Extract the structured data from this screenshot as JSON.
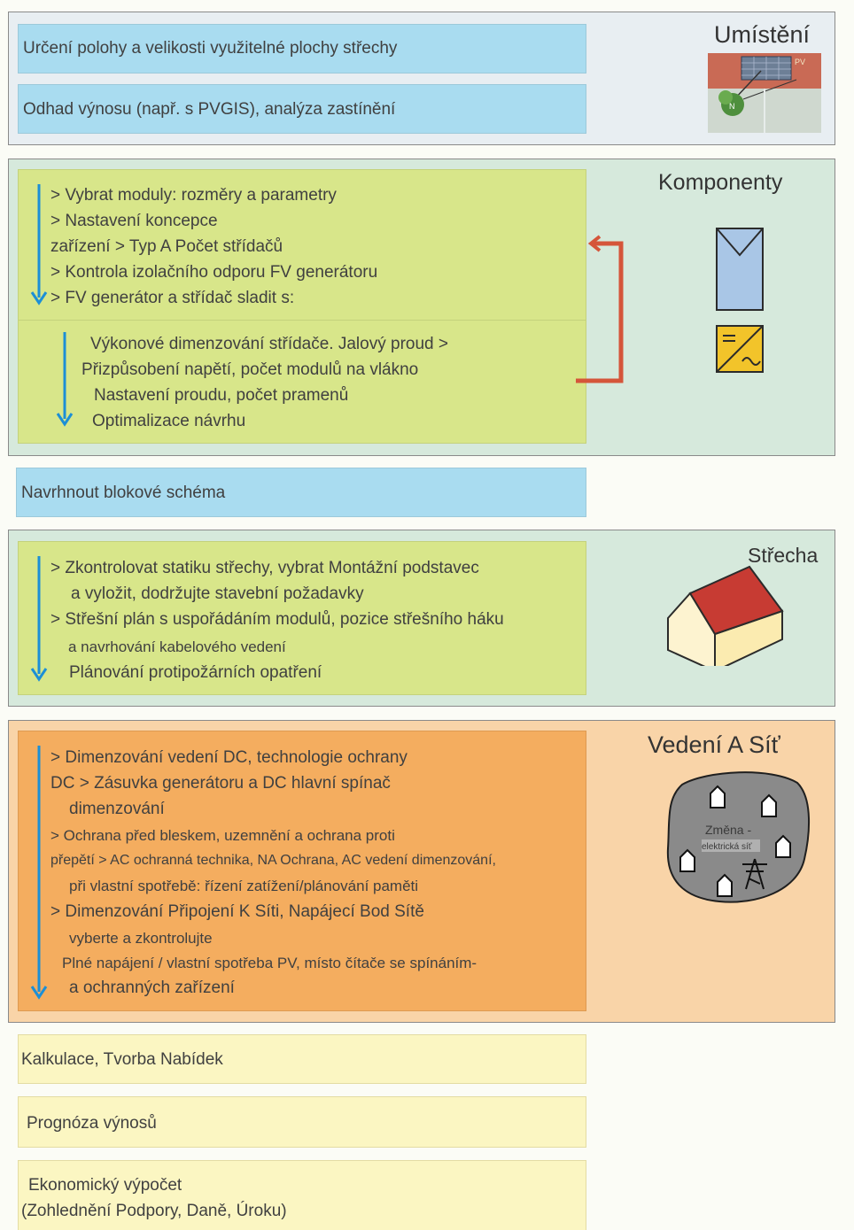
{
  "sections": {
    "umisteni": {
      "title": "Umístění",
      "boxes": [
        "Určení polohy a velikosti využitelné plochy střechy",
        "Odhad výnosu (např. s PVGIS), analýza zastínění"
      ],
      "image_labels": {
        "pv": "PV",
        "north": "N"
      }
    },
    "komponenty": {
      "title": "Komponenty",
      "upper_lines": [
        "> Vybrat moduly: rozměry a parametry",
        "> Nastavení koncepce",
        "zařízení > Typ A Počet střídačů",
        "> Kontrola izolačního odporu FV generátoru",
        "> FV generátor a střídač sladit s:"
      ],
      "lower_lines": [
        "Výkonové dimenzování střídače. Jalový proud >",
        "Přizpůsobení napětí, počet modulů na vlákno",
        "Nastavení proudu, počet pramenů",
        "Optimalizace návrhu"
      ]
    },
    "blokove": {
      "label": "Navrhnout blokové schéma"
    },
    "strecha": {
      "title": "Střecha",
      "lines": [
        "> Zkontrolovat statiku střechy, vybrat Montážní podstavec",
        "a vyložit, dodržujte stavební požadavky",
        "> Střešní plán s uspořádáním modulů, pozice střešního háku",
        "a navrhování kabelového vedení",
        "Plánování protipožárních opatření"
      ]
    },
    "vedeni": {
      "title": "Vedení A Síť",
      "lines": [
        "> Dimenzování vedení DC, technologie ochrany",
        "DC > Zásuvka generátoru a DC hlavní spínač",
        "dimenzování",
        "> Ochrana před bleskem, uzemnění a ochrana proti",
        "přepětí > AC ochranná technika, NA Ochrana, AC vedení dimenzování,",
        "při vlastní spotřebě: řízení zatížení/plánování paměti",
        "> Dimenzování Připojení K Síti, Napájecí Bod Sítě",
        "vyberte a zkontrolujte",
        "Plné napájení / vlastní spotřeba PV, místo čítače se spínáním-",
        "a ochranných zařízení"
      ],
      "grid_labels": {
        "line1": "Změna -",
        "line2": "elektrická síť"
      }
    },
    "bottom": {
      "kalkulace": "Kalkulace, Tvorba Nabídek",
      "prognoza": "Prognóza výnosů",
      "ekonomicky_title": "Ekonomický výpočet",
      "ekonomicky_sub": "(Zohlednění Podpory, Daně, Úroku)"
    }
  },
  "colors": {
    "section_blue_bg": "#e8eef2",
    "section_green_bg": "#d6e9dc",
    "section_orange_bg": "#f9d4a8",
    "box_blue": "#a9dcf0",
    "box_green": "#d8e68a",
    "box_orange": "#f4ad5f",
    "box_yellow": "#fbf6c2",
    "arrow_blue": "#1c8fd6",
    "arrow_red": "#d5553a"
  },
  "icons": [
    "site-map-icon",
    "pv-module-icon",
    "inverter-icon",
    "house-roof-icon",
    "grid-island-icon"
  ]
}
